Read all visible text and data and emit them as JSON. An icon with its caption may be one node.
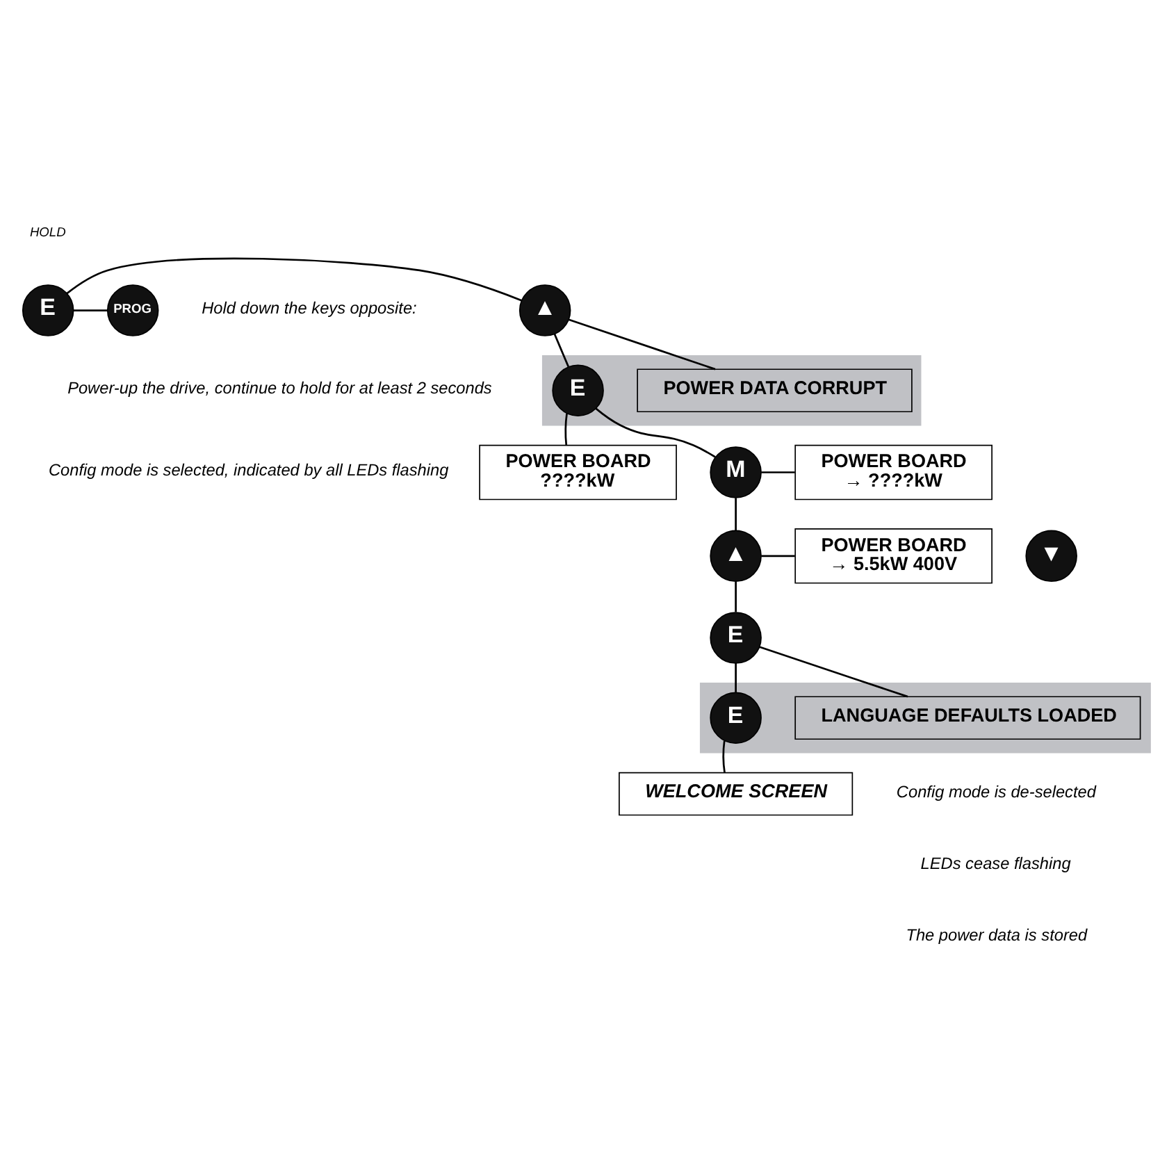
{
  "diagram": {
    "nodes": [
      {
        "text": [
          "▲"
        ]
      },
      {
        "text": [
          "E"
        ]
      },
      {
        "text": [
          "PROG"
        ]
      },
      {
        "text": [],
        "shape": "box"
      },
      {
        "text": [
          "POWER DATA CORRUPT"
        ],
        "in": 3
      },
      {
        "text": [
          "E"
        ],
        "in": 3
      },
      {
        "text": [
          "POWER BOARD",
          "????kW"
        ]
      },
      {
        "text": [
          "M"
        ]
      },
      {
        "text": [
          "POWER BOARD",
          "→ ????kW"
        ]
      },
      {
        "text": [
          "▲"
        ]
      },
      {
        "text": [
          "▼"
        ]
      },
      {
        "text": [
          "POWER BOARD",
          "→ 5.5kW 400V"
        ]
      },
      {
        "text": [
          "E"
        ]
      },
      {
        "text": [],
        "shape": "box"
      },
      {
        "text": [
          "LANGUAGE DEFAULTS LOADED"
        ],
        "in": 13
      },
      {
        "text": [
          "E"
        ],
        "in": 13
      },
      {
        "text": [
          "WELCOME SCREEN"
        ]
      }
    ],
    "edges": [
      {
        "from": 0,
        "to": 1,
        "arrow": "none"
      },
      {
        "from": 1,
        "to": 2,
        "arrow": "none"
      },
      {
        "from": 0,
        "to": 4,
        "arrow": "none"
      },
      {
        "from": 0,
        "to": 5,
        "arrow": "none"
      },
      {
        "from": 5,
        "to": 6,
        "arrow": "none"
      },
      {
        "from": 5,
        "to": 7,
        "arrow": "none"
      },
      {
        "from": 7,
        "to": 8,
        "arrow": "none"
      },
      {
        "from": 7,
        "to": 9,
        "arrow": "none"
      },
      {
        "from": 9,
        "to": 11,
        "arrow": "none"
      },
      {
        "from": 9,
        "to": 12,
        "arrow": "none"
      },
      {
        "from": 12,
        "to": 14,
        "arrow": "none"
      },
      {
        "from": 12,
        "to": 15,
        "arrow": "none"
      },
      {
        "from": 15,
        "to": 16,
        "arrow": "none"
      }
    ],
    "labels": [
      "HOLD",
      "Hold down the keys opposite:",
      "Power-up the drive, continue to hold for at least 2 seconds",
      "Config mode is selected, indicated by all LEDs flashing",
      "Config mode is de-selected",
      "LEDs cease flashing",
      "The power data is stored"
    ]
  }
}
